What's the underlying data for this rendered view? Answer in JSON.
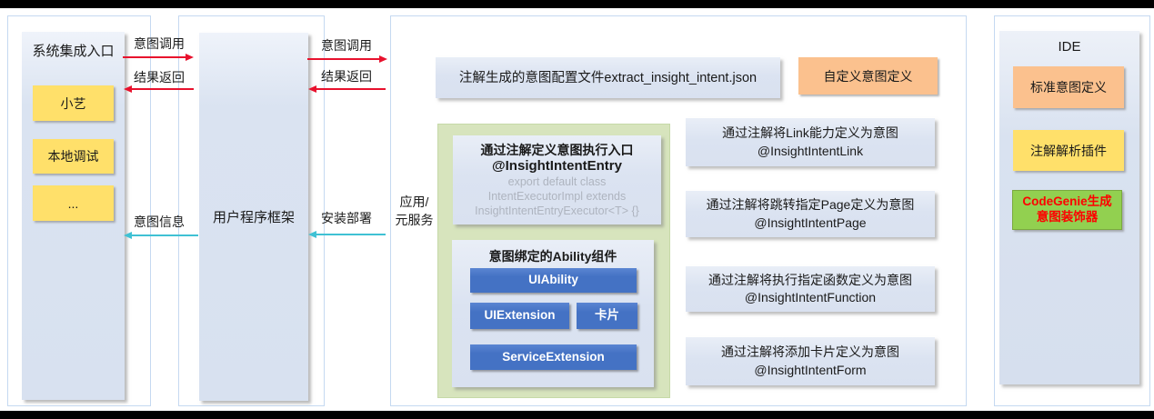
{
  "left_panel": {
    "title": "系统集成入口",
    "items": [
      "小艺",
      "本地调试",
      "..."
    ]
  },
  "framework": {
    "label": "用户程序框架"
  },
  "arrows": {
    "intent_call_1": "意图调用",
    "result_return_1": "结果返回",
    "intent_info": "意图信息",
    "intent_call_2": "意图调用",
    "result_return_2": "结果返回",
    "install_deploy": "安装部署"
  },
  "middle": {
    "side_label_line1": "应用/",
    "side_label_line2": "元服务",
    "config_box": "注解生成的意图配置文件extract_insight_intent.json",
    "custom_intent": "自定义意图定义",
    "entry_box": {
      "title": "通过注解定义意图执行入口",
      "annotation": "@InsightIntentEntry",
      "code_line1": "export default class",
      "code_line2": "IntentExecutorImpl extends",
      "code_line3": "InsightIntentEntryExecutor<T> {}"
    },
    "ability_box": {
      "title": "意图绑定的Ability组件",
      "items": [
        "UIAbility",
        "UIExtension",
        "卡片",
        "ServiceExtension"
      ]
    },
    "intent_types": [
      {
        "desc": "通过注解将Link能力定义为意图",
        "annotation": "@InsightIntentLink"
      },
      {
        "desc": "通过注解将跳转指定Page定义为意图",
        "annotation": "@InsightIntentPage"
      },
      {
        "desc": "通过注解将执行指定函数定义为意图",
        "annotation": "@InsightIntentFunction"
      },
      {
        "desc": "通过注解将添加卡片定义为意图",
        "annotation": "@InsightIntentForm"
      }
    ]
  },
  "ide": {
    "title": "IDE",
    "standard_intent": "标准意图定义",
    "annotation_plugin": "注解解析插件",
    "codegenie": "CodeGenie生成意图装饰器"
  },
  "colors": {
    "red_arrow": "#e8112d",
    "cyan_arrow": "#3fc1d4",
    "yellow": "#ffe06a",
    "orange": "#fbc18e",
    "light_blue_box": "#dbe3f1",
    "green_container": "#d7e4bd",
    "codegenie_green": "#92d050",
    "component_blue": "#4472c4"
  }
}
